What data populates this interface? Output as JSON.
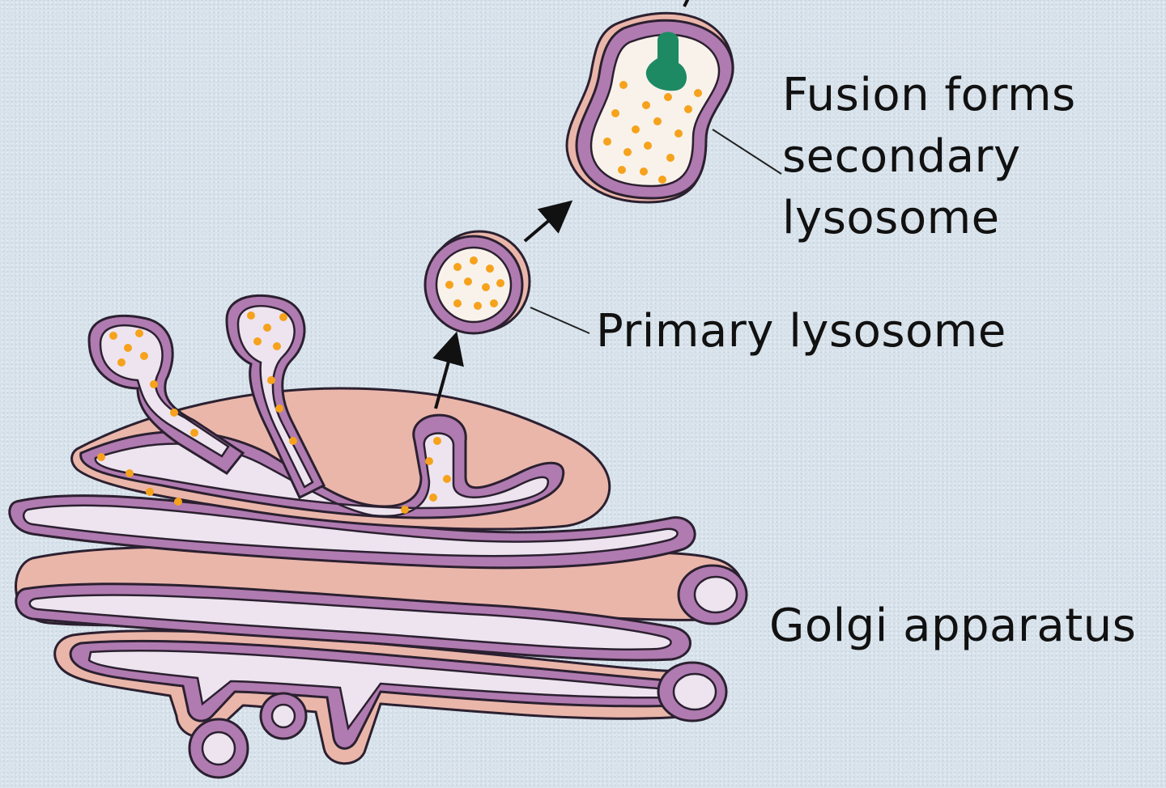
{
  "labels": {
    "fusion_line1": "Fusion forms",
    "fusion_line2": "secondary",
    "fusion_line3": "lysosome",
    "primary": "Primary lysosome",
    "golgi": "Golgi apparatus"
  },
  "colors": {
    "background": "#d9e3ec",
    "membrane_outer": "#eab6aa",
    "membrane_ring": "#b07bb0",
    "lumen": "#ede4ef",
    "enzyme_granules": "#f6a21c",
    "engulfed_material": "#1e8a64"
  }
}
